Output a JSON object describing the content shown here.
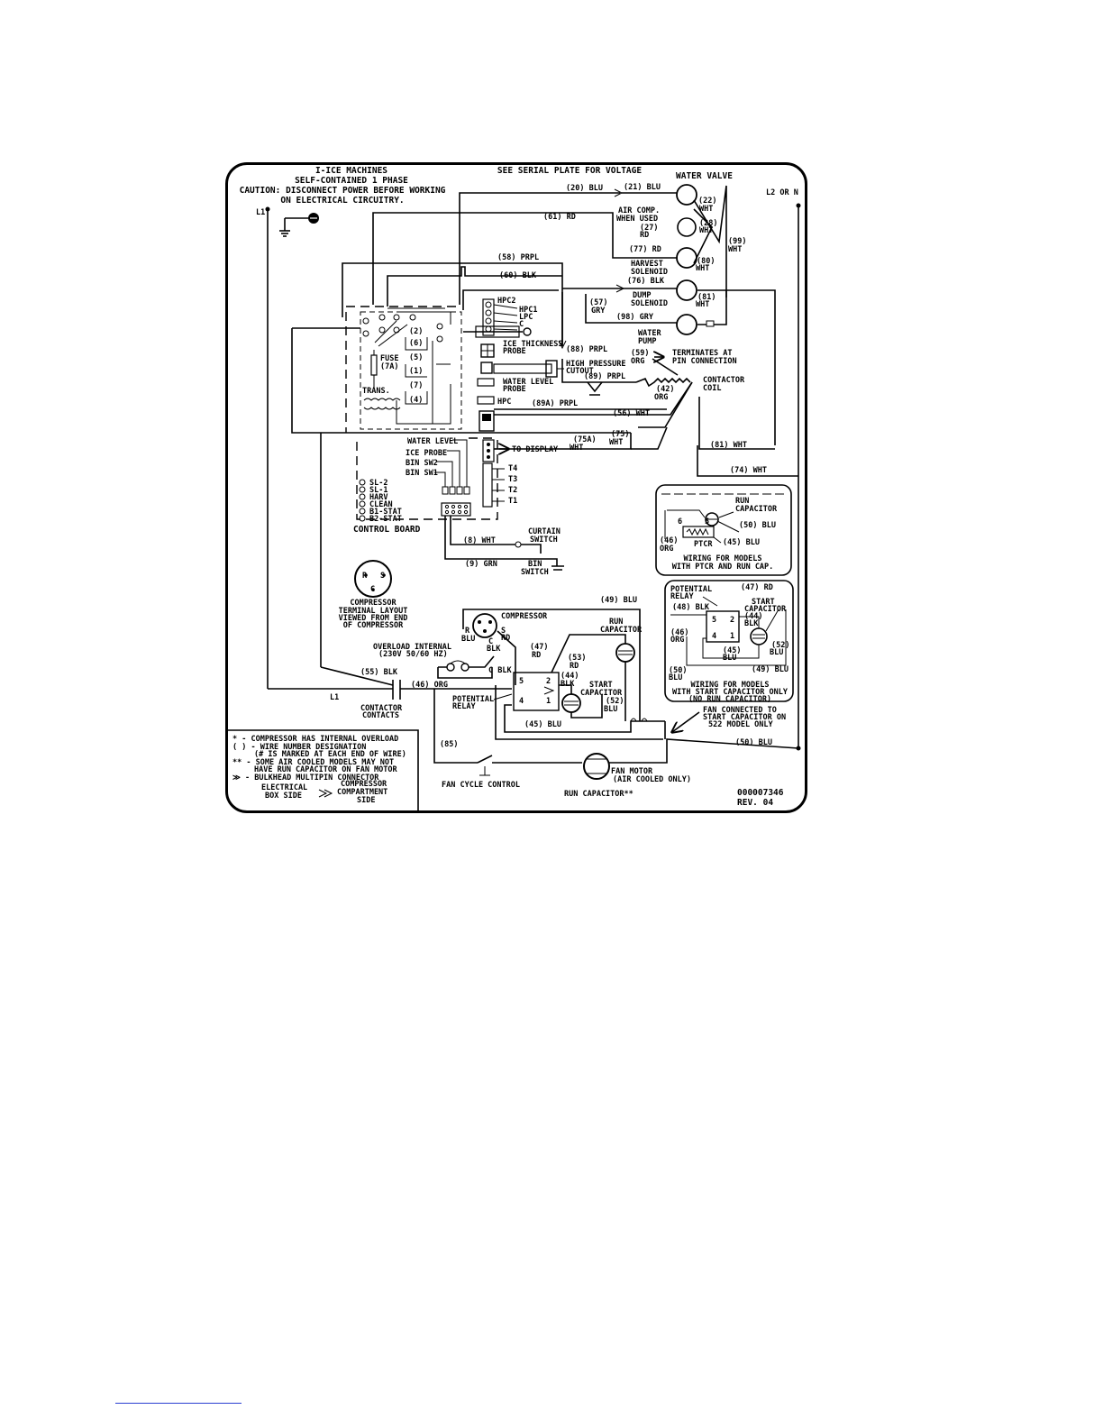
{
  "header": {
    "title": [
      "I-ICE MACHINES",
      "SELF-CONTAINED 1 PHASE"
    ],
    "caution": [
      "CAUTION: DISCONNECT POWER BEFORE WORKING",
      "ON ELECTRICAL CIRCUITRY."
    ],
    "voltage_note": "SEE SERIAL PLATE FOR VOLTAGE"
  },
  "power": {
    "l1": "L1",
    "l1_bottom": "L1",
    "l2": "L2 OR N"
  },
  "components": {
    "water_valve": "WATER VALVE",
    "air_comp": [
      "AIR COMP.",
      "WHEN USED"
    ],
    "harvest_solenoid": [
      "HARVEST",
      "SOLENOID"
    ],
    "dump_solenoid": [
      "DUMP",
      "SOLENOID"
    ],
    "water_pump": [
      "WATER",
      "PUMP"
    ],
    "terminates": [
      "TERMINATES AT",
      "PIN CONNECTION"
    ],
    "contactor_coil": [
      "CONTACTOR",
      "COIL"
    ],
    "ice_thickness_probe": [
      "ICE THICKNESS",
      "PROBE"
    ],
    "high_pressure_cutout": [
      "HIGH PRESSURE",
      "CUTOUT"
    ],
    "water_level_probe": [
      "WATER LEVEL",
      "PROBE"
    ],
    "hpc": "HPC",
    "hpc1": "HPC1",
    "hpc2": "HPC2",
    "lpc": "LPC",
    "c": "C",
    "fuse": [
      "FUSE",
      "(7A)"
    ],
    "trans": "TRANS.",
    "relay_nums": [
      "(2)",
      "(6)",
      "(5)",
      "(1)",
      "(7)",
      "(4)"
    ],
    "to_display": "TO DISPLAY",
    "board_inputs": [
      "WATER LEVEL",
      "ICE PROBE",
      "BIN SW2",
      "BIN SW1"
    ],
    "thermistors": [
      "T4",
      "T3",
      "T2",
      "T1"
    ],
    "leds": [
      "SL-2",
      "SL-1",
      "HARV",
      "CLEAN",
      "B1-STAT",
      "B2-STAT"
    ],
    "control_board": "CONTROL BOARD",
    "curtain_switch": [
      "CURTAIN",
      "SWITCH"
    ],
    "bin_switch": [
      "BIN",
      "SWITCH"
    ],
    "compressor_terminal": [
      "COMPRESSOR",
      "TERMINAL LAYOUT",
      "VIEWED FROM END",
      "OF COMPRESSOR"
    ],
    "terminal_letters": [
      "R",
      "S",
      "C"
    ],
    "compressor": "COMPRESSOR",
    "comp_taps": {
      "r": [
        "R",
        "BLU"
      ],
      "s": [
        "S",
        "RD"
      ],
      "c": [
        "C",
        "BLK"
      ],
      "cblk": "C BLK"
    },
    "overload": [
      "OVERLOAD INTERNAL",
      "(230V 50/60 HZ)"
    ],
    "run_capacitor": [
      "RUN",
      "CAPACITOR"
    ],
    "start_capacitor": [
      "START",
      "CAPACITOR"
    ],
    "potential_relay": [
      "POTENTIAL",
      "RELAY"
    ],
    "relay_pins": [
      "5",
      "2",
      "4",
      "1"
    ],
    "contactor_contacts": [
      "CONTACTOR",
      "CONTACTS"
    ],
    "fan_connected": [
      "FAN CONNECTED TO",
      "START CAPACITOR ON",
      "522 MODEL ONLY"
    ],
    "fan_motor": [
      "FAN MOTOR",
      "(AIR COOLED ONLY)"
    ],
    "fan_cycle_control": "FAN CYCLE CONTROL",
    "run_capacitor_fan": "RUN CAPACITOR**"
  },
  "wires": {
    "w20": "(20) BLU",
    "w21": "(21) BLU",
    "w22": [
      "(22)",
      "WHT"
    ],
    "w61": "(61) RD",
    "w27": [
      "(27)",
      "RD"
    ],
    "w28": [
      "(28)",
      "WHT"
    ],
    "w77": "(77) RD",
    "w80": [
      "(80)",
      "WHT"
    ],
    "w99": [
      "(99)",
      "WHT"
    ],
    "w58": "(58) PRPL",
    "w60": "(60) BLK",
    "w76": "(76) BLK",
    "w81a": [
      "(81)",
      "WHT"
    ],
    "w57": [
      "(57)",
      "GRY"
    ],
    "w98": "(98) GRY",
    "w88": "(88) PRPL",
    "w59": [
      "(59)",
      "ORG"
    ],
    "w89": "(89) PRPL",
    "w42": [
      "(42)",
      "ORG"
    ],
    "w89a": "(89A) PRPL",
    "w56": "(56) WHT",
    "w75a": [
      "(75A)",
      "WHT"
    ],
    "w75": [
      "(75)",
      "WHT"
    ],
    "w81b": "(81) WHT",
    "w74": "(74) WHT",
    "w8": "(8) WHT",
    "w9": "(9) GRN",
    "w49": "(49) BLU",
    "w47": [
      "(47)",
      "RD"
    ],
    "w53": [
      "(53)",
      "RD"
    ],
    "w44": [
      "(44)",
      "BLK"
    ],
    "w52": [
      "(52)",
      "BLU"
    ],
    "w55": "(55) BLK",
    "w46": "(46) ORG",
    "w45": "(45) BLU",
    "w85": "(85)",
    "w50": "(50) BLU"
  },
  "ptcr_inset": {
    "run_capacitor": [
      "RUN",
      "CAPACITOR"
    ],
    "w50": "(50) BLU",
    "w46": [
      "(46)",
      "ORG"
    ],
    "w45": "(45) BLU",
    "ptcr": "PTCR",
    "pins": [
      "6",
      "5"
    ],
    "caption": [
      "WIRING FOR MODELS",
      "WITH PTCR AND RUN CAP."
    ]
  },
  "start_inset": {
    "potential_relay": [
      "POTENTIAL",
      "RELAY"
    ],
    "w47": "(47) RD",
    "w48": "(48) BLK",
    "start_capacitor": [
      "START",
      "CAPACITOR"
    ],
    "w44": [
      "(44)",
      "BLK"
    ],
    "w46": [
      "(46)",
      "ORG"
    ],
    "w45": [
      "(45)",
      "BLU"
    ],
    "w52": [
      "(52)",
      "BLU"
    ],
    "w50": [
      "(50)",
      "BLU"
    ],
    "w49": "(49) BLU",
    "pins": [
      "5",
      "2",
      "4",
      "1"
    ],
    "caption": [
      "WIRING FOR MODELS",
      "WITH START CAPACITOR ONLY",
      "(NO RUN CAPACITOR)"
    ]
  },
  "legend": {
    "items": [
      [
        "*  - COMPRESSOR HAS INTERNAL OVERLOAD"
      ],
      [
        "( ) - WIRE NUMBER DESIGNATION",
        "(# IS MARKED AT EACH END OF WIRE)"
      ],
      [
        "**  - SOME AIR COOLED MODELS MAY NOT",
        "HAVE RUN CAPACITOR ON FAN MOTOR"
      ],
      [
        "≫  - BULKHEAD MULTIPIN CONNECTOR"
      ]
    ],
    "box_side": [
      "ELECTRICAL",
      "BOX SIDE"
    ],
    "compartment": [
      "COMPRESSOR",
      "COMPARTMENT",
      "SIDE"
    ]
  },
  "part_number": "000007346",
  "revision": "REV. 04"
}
